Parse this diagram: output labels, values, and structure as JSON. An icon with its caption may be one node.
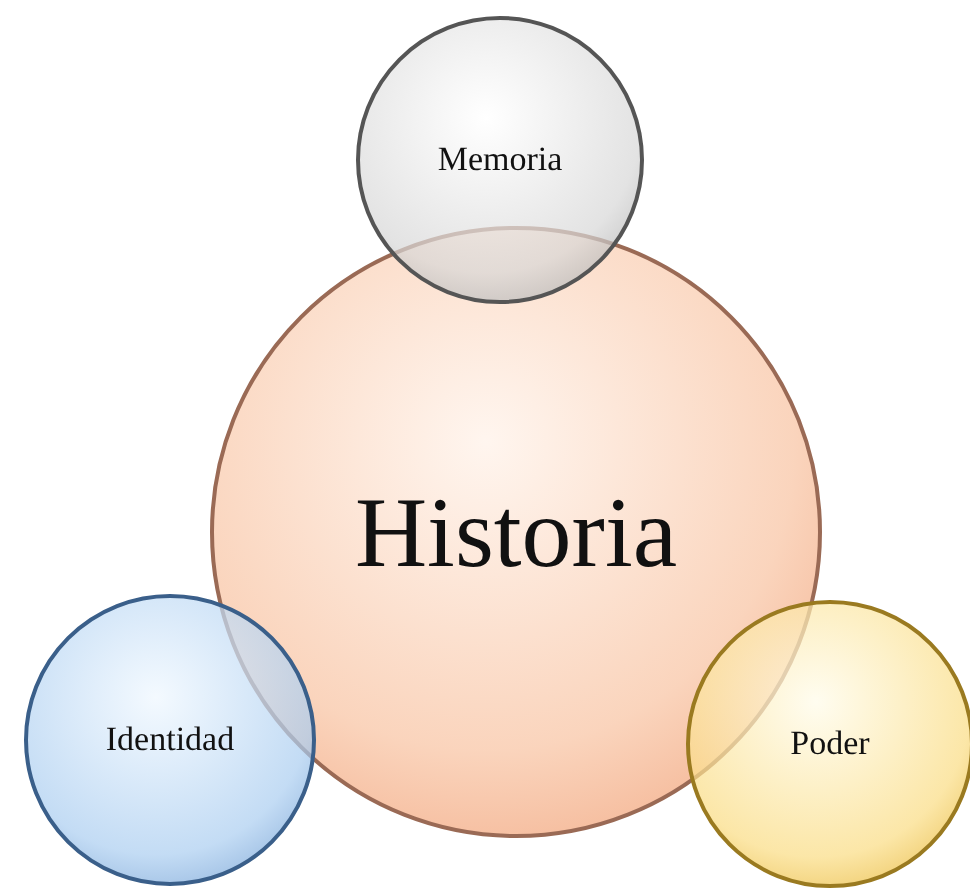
{
  "diagram": {
    "nodes": [
      {
        "text": [
          "Memoria"
        ]
      },
      {
        "text": [
          "Historia"
        ]
      },
      {
        "text": [
          "Identidad"
        ]
      },
      {
        "text": [
          "Poder"
        ]
      }
    ]
  }
}
